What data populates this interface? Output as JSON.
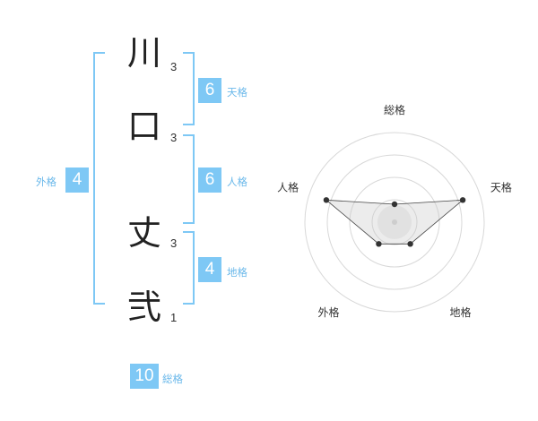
{
  "name": {
    "chars": [
      {
        "char": "川",
        "strokes": "3"
      },
      {
        "char": "口",
        "strokes": "3"
      },
      {
        "char": "丈",
        "strokes": "3"
      },
      {
        "char": "弐",
        "strokes": "1"
      }
    ]
  },
  "kakusu": {
    "tenkaku": {
      "value": "6",
      "label": "天格"
    },
    "jinkaku": {
      "value": "6",
      "label": "人格"
    },
    "chikaku": {
      "value": "4",
      "label": "地格"
    },
    "gaikaku": {
      "value": "4",
      "label": "外格"
    },
    "soukaku": {
      "value": "10",
      "label": "総格"
    }
  },
  "colors": {
    "accent": "#7ec8f5",
    "label_text": "#6ab8ea",
    "text": "#222222"
  },
  "chart_data": {
    "type": "radar",
    "axes": [
      "総格",
      "天格",
      "地格",
      "外格",
      "人格"
    ],
    "values": [
      0.2,
      0.8,
      0.3,
      0.3,
      0.8
    ],
    "rings": 4,
    "grid": true
  }
}
